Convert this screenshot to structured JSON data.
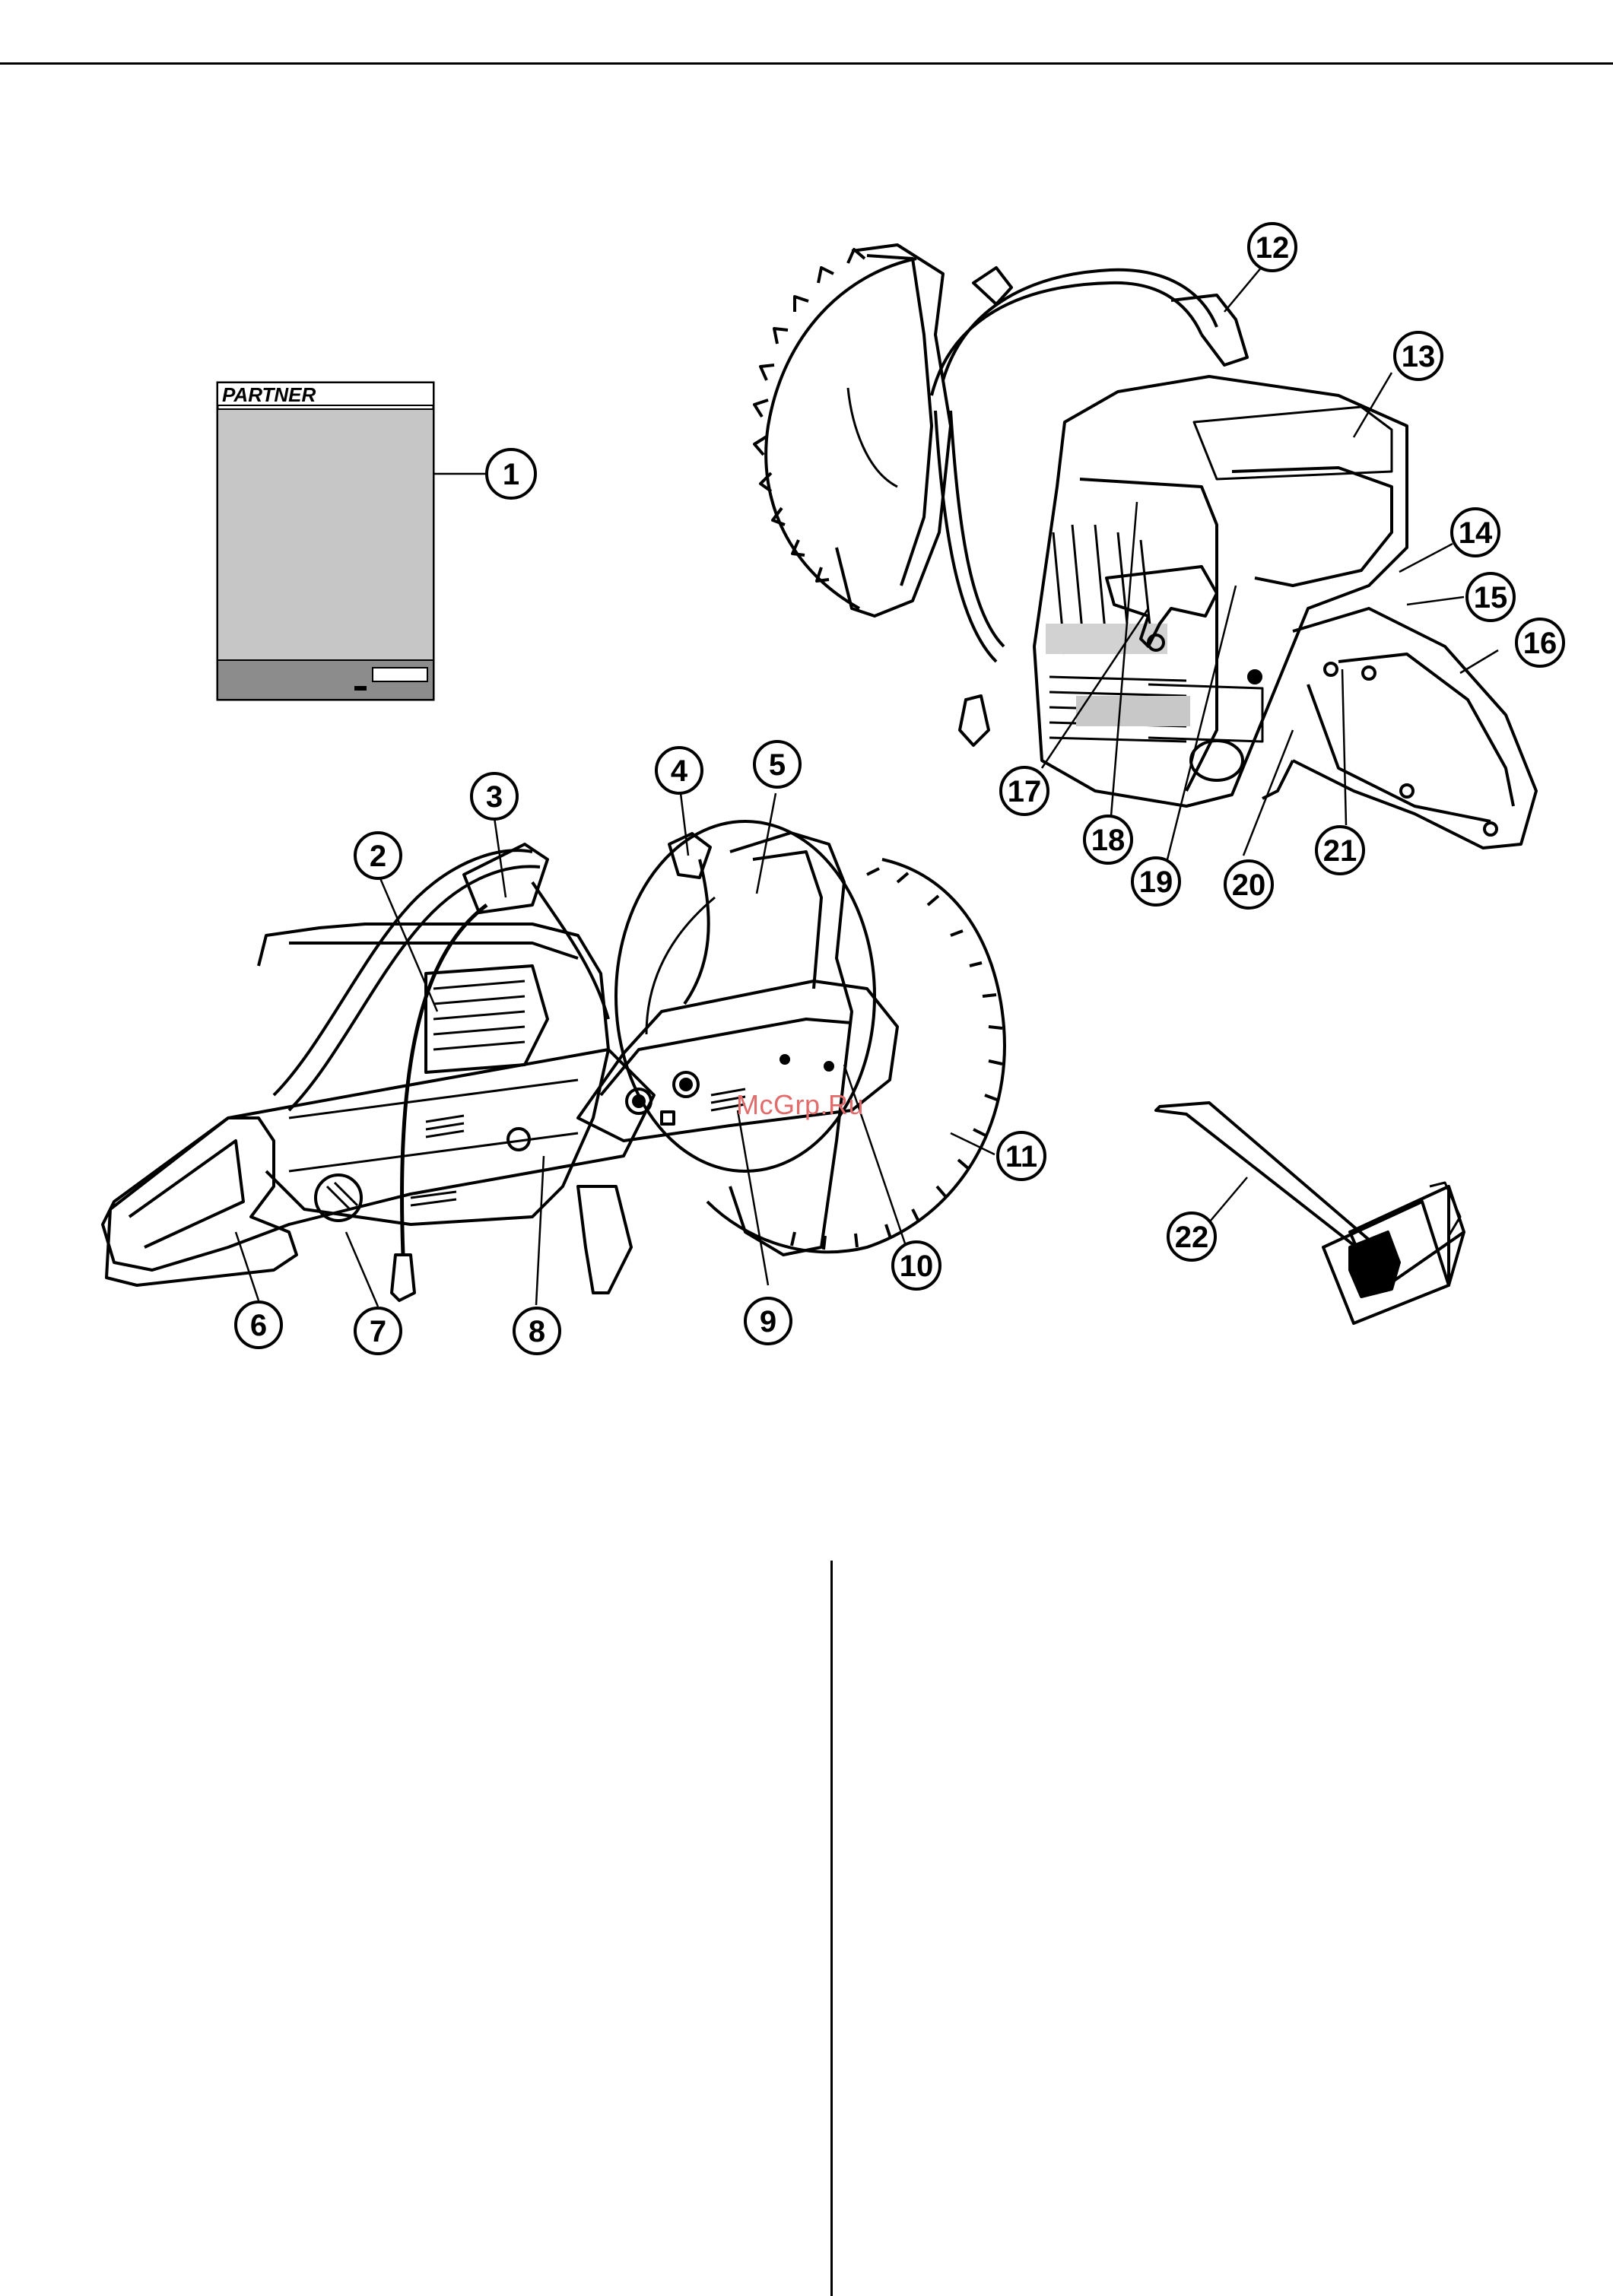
{
  "manual": {
    "brand": "PARTNER"
  },
  "watermark": "McGrp.Ru",
  "callouts": [
    "1",
    "2",
    "3",
    "4",
    "5",
    "6",
    "7",
    "8",
    "9",
    "10",
    "11",
    "12",
    "13",
    "14",
    "15",
    "16",
    "17",
    "18",
    "19",
    "20",
    "21",
    "22"
  ]
}
